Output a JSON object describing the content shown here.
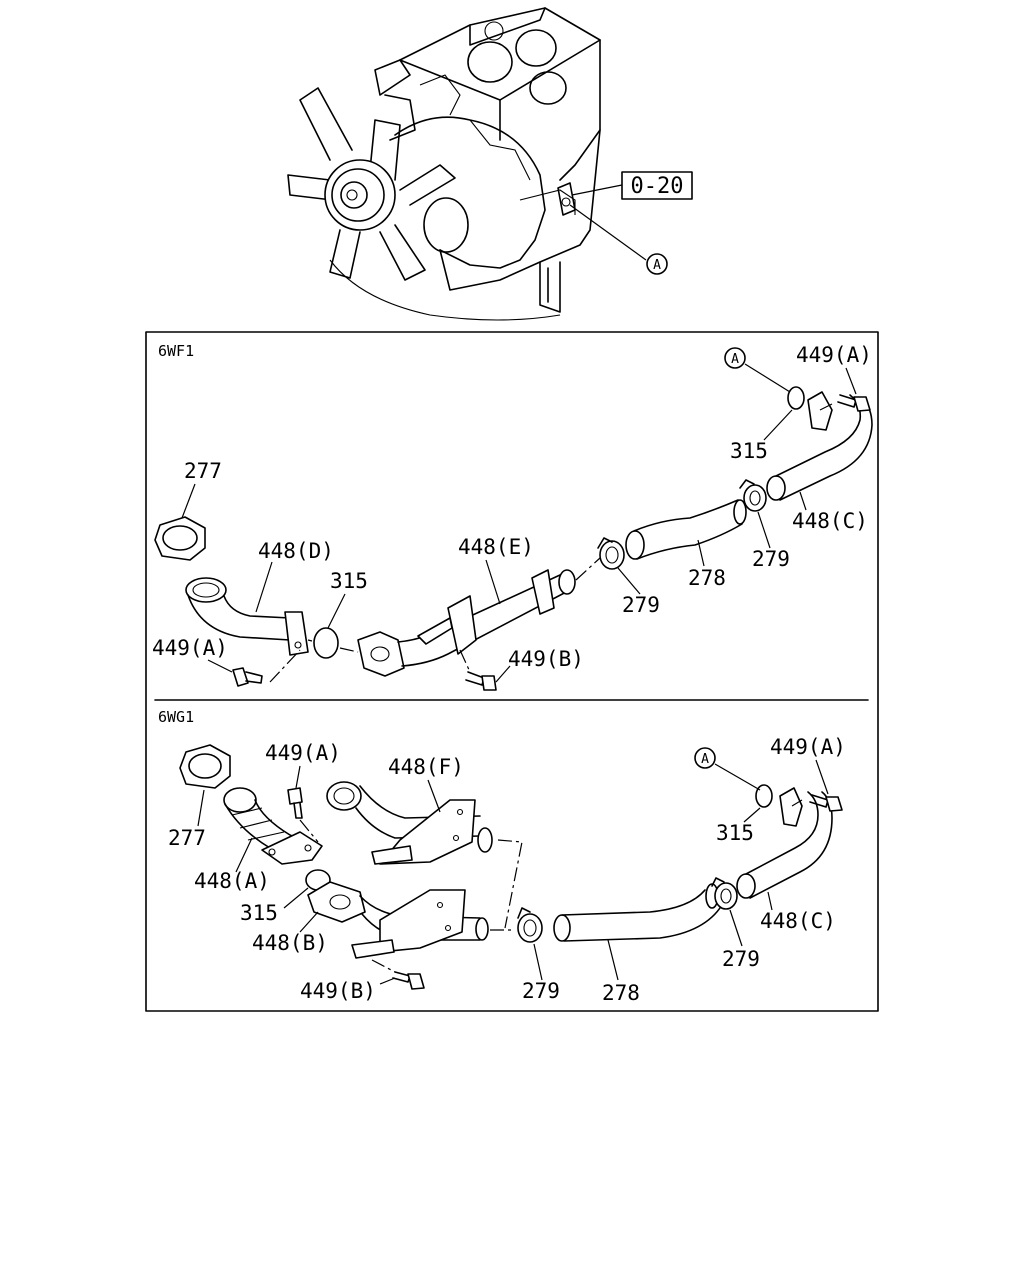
{
  "diagram": {
    "reference_box": "0-20",
    "circle_marker": "A",
    "sections": [
      {
        "code": "6WF1",
        "labels": {
          "p277": "277",
          "p448d": "448(D)",
          "p315a": "315",
          "p449a_left": "449(A)",
          "p448e": "448(E)",
          "p449b": "449(B)",
          "p279a": "279",
          "p278": "278",
          "p279b": "279",
          "p448c": "448(C)",
          "p315b": "315",
          "p449a_right": "449(A)"
        }
      },
      {
        "code": "6WG1",
        "labels": {
          "p277": "277",
          "p449a_left": "449(A)",
          "p448a": "448(A)",
          "p315a": "315",
          "p448b": "448(B)",
          "p448f": "448(F)",
          "p449b": "449(B)",
          "p279a": "279",
          "p278": "278",
          "p279b": "279",
          "p448c": "448(C)",
          "p315b": "315",
          "p449a_right": "449(A)"
        }
      }
    ]
  }
}
